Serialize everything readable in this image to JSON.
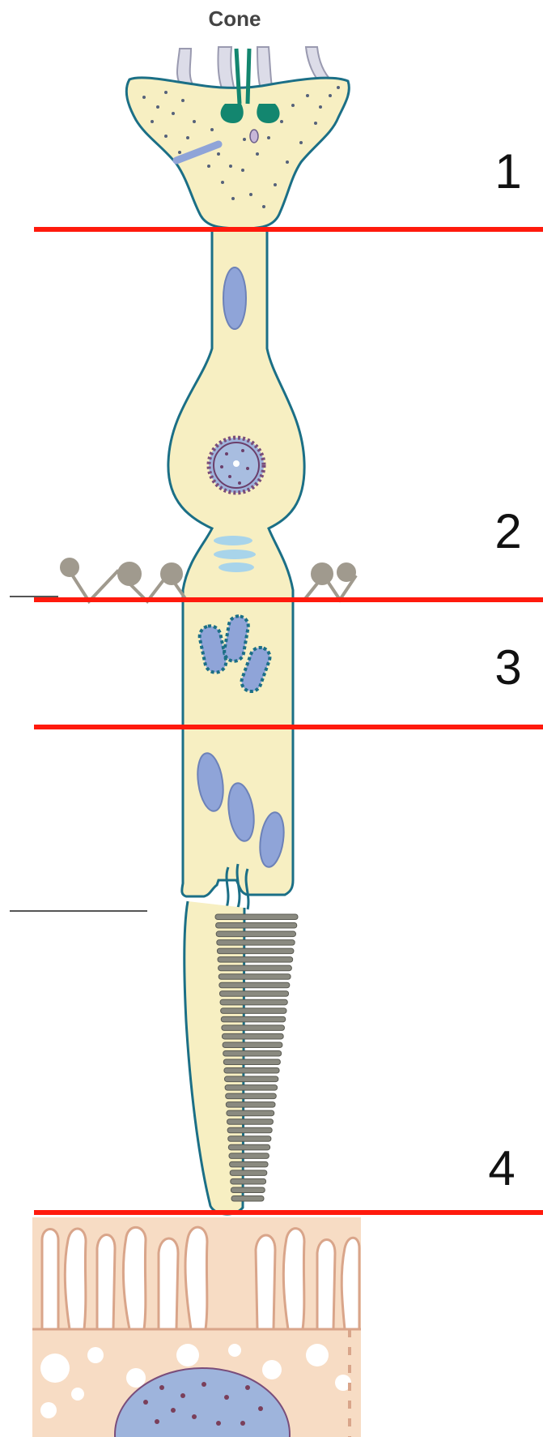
{
  "diagram": {
    "title": "Cone",
    "region_labels": [
      "1",
      "2",
      "3",
      "4"
    ]
  },
  "colors": {
    "cytoplasm": "#f7efc2",
    "outline": "#1b6f86",
    "divider": "#ff1a0d",
    "mitochondria": "#8fa4d8",
    "synapse": "#13866f",
    "discs": "#8a8a80",
    "epithelium": "#f7dcc4",
    "epithelium_outline": "#d9a58a"
  }
}
